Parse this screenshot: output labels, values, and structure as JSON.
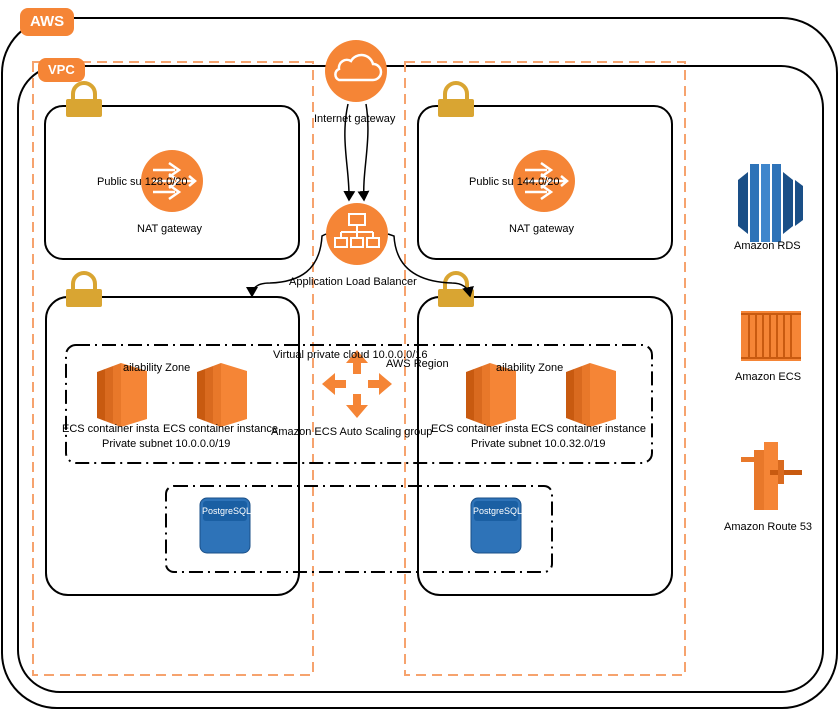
{
  "badges": {
    "aws": "AWS",
    "vpc": "VPC"
  },
  "labels": {
    "internet_gateway": "Internet gateway",
    "public_subnet_left": "Public su 128.0/20",
    "public_subnet_right": "Public su 144.0/20",
    "nat_gateway_left": "NAT gateway",
    "nat_gateway_right": "NAT gateway",
    "alb": "Application Load Balancer",
    "vpc_cidr": "Virtual private cloud 10.0.0.0/16",
    "aws_region": "AWS Region",
    "az_left": "ailability Zone",
    "az_right": "ailability Zone",
    "ecs_instance_1": "ECS container insta",
    "ecs_instance_2": "ECS container instance",
    "ecs_instance_3": "ECS container insta",
    "ecs_instance_4": "ECS container instance",
    "asg": "Amazon ECS Auto Scaling group",
    "private_subnet_left": "Private subnet 10.0.0.0/19",
    "private_subnet_right": "Private subnet 10.0.32.0/19",
    "postgres_left": "PostgreSQL",
    "postgres_right": "PostgreSQL"
  },
  "legend": [
    {
      "name": "rds",
      "label": "Amazon RDS"
    },
    {
      "name": "ecs",
      "label": "Amazon ECS"
    },
    {
      "name": "route53",
      "label": "Amazon Route 53"
    }
  ],
  "colors": {
    "orange": "#f58536",
    "orange_dark": "#c85a10",
    "blue": "#2e73b8",
    "blue_dark": "#1a4f87",
    "gold": "#d9a532",
    "dash_orange": "#f6a36e"
  },
  "icons": [
    "lock-icon",
    "cloud-icon",
    "nat-gateway-icon",
    "load-balancer-icon",
    "auto-scaling-icon",
    "ecs-instance-icon",
    "postgresql-icon",
    "rds-icon",
    "ecs-icon",
    "route53-icon"
  ]
}
